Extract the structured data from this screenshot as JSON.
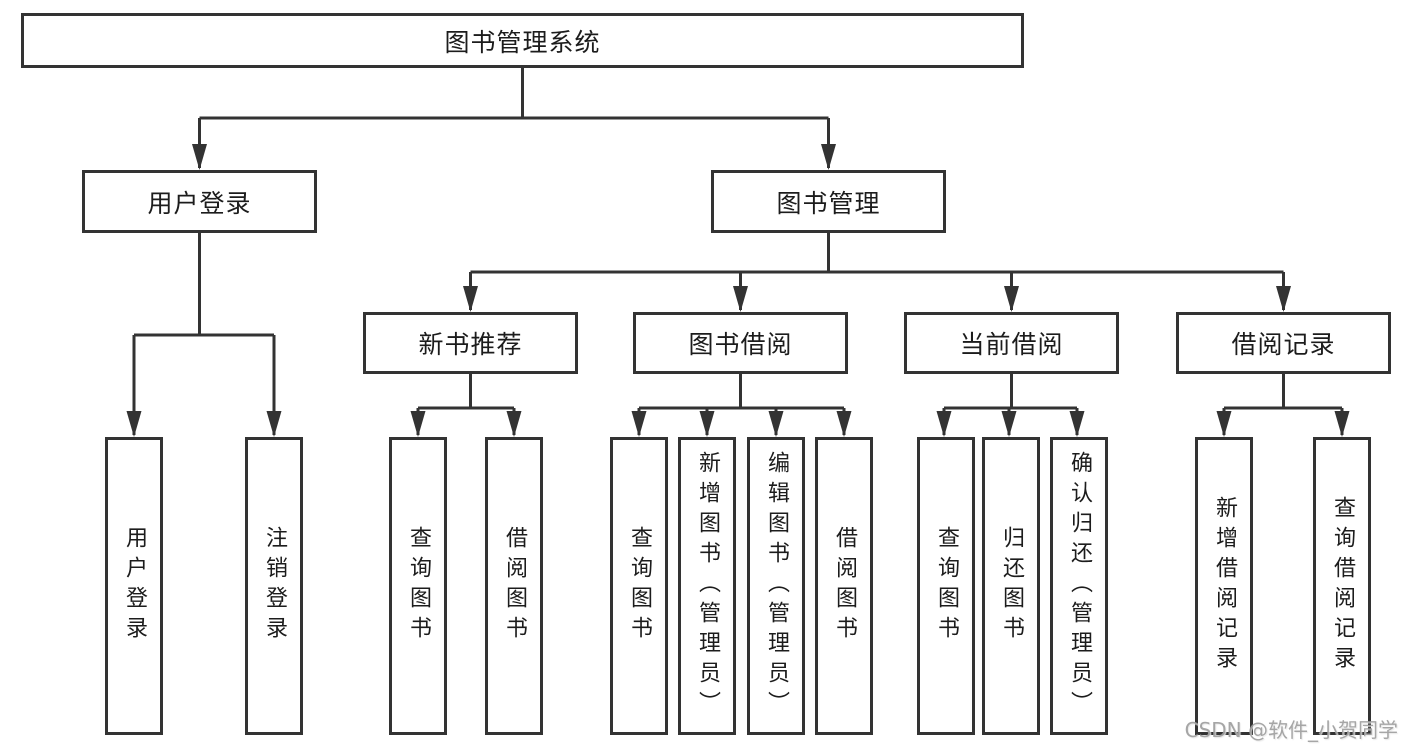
{
  "tree": {
    "label": "图书管理系统",
    "children": [
      {
        "label": "用户登录",
        "children": [
          {
            "label": "用户登录"
          },
          {
            "label": "注销登录"
          }
        ]
      },
      {
        "label": "图书管理",
        "children": [
          {
            "label": "新书推荐",
            "children": [
              {
                "label": "查询图书"
              },
              {
                "label": "借阅图书"
              }
            ]
          },
          {
            "label": "图书借阅",
            "children": [
              {
                "label": "查询图书"
              },
              {
                "label": "新增图书（管理员）"
              },
              {
                "label": "编辑图书（管理员）"
              },
              {
                "label": "借阅图书"
              }
            ]
          },
          {
            "label": "当前借阅",
            "children": [
              {
                "label": "查询图书"
              },
              {
                "label": "归还图书"
              },
              {
                "label": "确认归还（管理员）"
              }
            ]
          },
          {
            "label": "借阅记录",
            "children": [
              {
                "label": "新增借阅记录"
              },
              {
                "label": "查询借阅记录"
              }
            ]
          }
        ]
      }
    ]
  },
  "watermark": "CSDN @软件_小贺同学",
  "colors": {
    "line": "#333333",
    "border": "#333333",
    "text": "#1c1c1c",
    "watermark": "#9e9e9e",
    "background": "#ffffff"
  }
}
